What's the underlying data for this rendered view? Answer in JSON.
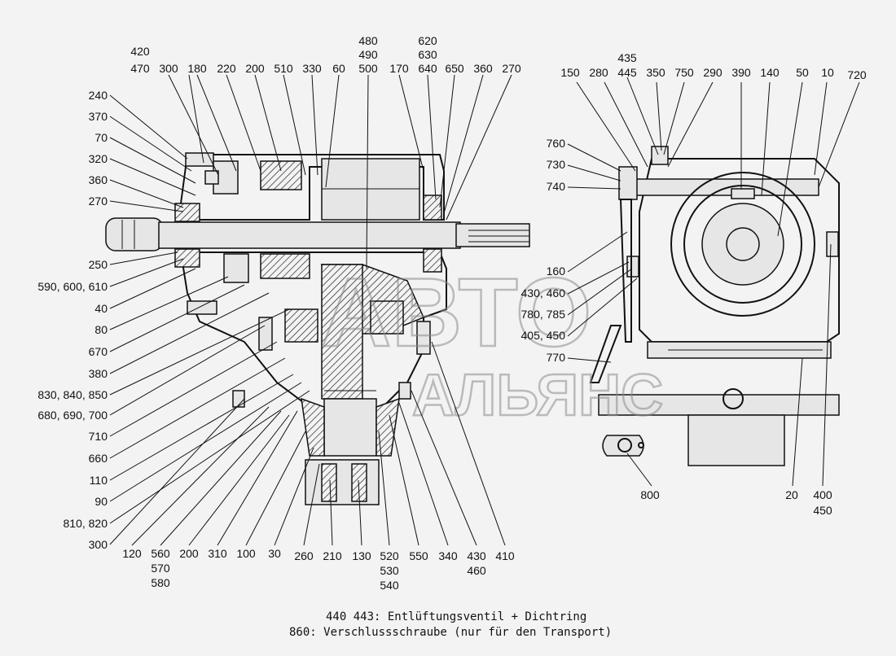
{
  "callouts_top_left": [
    {
      "id": "c420",
      "text": "420"
    },
    {
      "id": "c470",
      "text": "470"
    },
    {
      "id": "c300a",
      "text": "300"
    },
    {
      "id": "c180",
      "text": "180"
    },
    {
      "id": "c220",
      "text": "220"
    },
    {
      "id": "c200a",
      "text": "200"
    },
    {
      "id": "c510",
      "text": "510"
    },
    {
      "id": "c330",
      "text": "330"
    },
    {
      "id": "c60",
      "text": "60"
    },
    {
      "id": "c480",
      "text": "480"
    },
    {
      "id": "c490",
      "text": "490"
    },
    {
      "id": "c500",
      "text": "500"
    },
    {
      "id": "c170",
      "text": "170"
    },
    {
      "id": "c620",
      "text": "620"
    },
    {
      "id": "c630",
      "text": "630"
    },
    {
      "id": "c640",
      "text": "640"
    },
    {
      "id": "c650",
      "text": "650"
    },
    {
      "id": "c360a",
      "text": "360"
    },
    {
      "id": "c270a",
      "text": "270"
    }
  ],
  "callouts_left": [
    {
      "id": "c240",
      "text": "240"
    },
    {
      "id": "c370",
      "text": "370"
    },
    {
      "id": "c70",
      "text": "70"
    },
    {
      "id": "c320",
      "text": "320"
    },
    {
      "id": "c360b",
      "text": "360"
    },
    {
      "id": "c270b",
      "text": "270"
    },
    {
      "id": "c250",
      "text": "250"
    },
    {
      "id": "c590",
      "text": "590, 600, 610"
    },
    {
      "id": "c40",
      "text": "40"
    },
    {
      "id": "c80",
      "text": "80"
    },
    {
      "id": "c670",
      "text": "670"
    },
    {
      "id": "c380",
      "text": "380"
    },
    {
      "id": "c830",
      "text": "830, 840, 850"
    },
    {
      "id": "c680",
      "text": "680, 690, 700"
    },
    {
      "id": "c710",
      "text": "710"
    },
    {
      "id": "c660",
      "text": "660"
    },
    {
      "id": "c110",
      "text": "110"
    },
    {
      "id": "c90",
      "text": "90"
    },
    {
      "id": "c810",
      "text": "810, 820"
    },
    {
      "id": "c300b",
      "text": "300"
    }
  ],
  "callouts_bottom": [
    {
      "id": "c120",
      "text": "120"
    },
    {
      "id": "c560",
      "text": "560"
    },
    {
      "id": "c570",
      "text": "570"
    },
    {
      "id": "c580",
      "text": "580"
    },
    {
      "id": "c200b",
      "text": "200"
    },
    {
      "id": "c310",
      "text": "310"
    },
    {
      "id": "c100",
      "text": "100"
    },
    {
      "id": "c30",
      "text": "30"
    },
    {
      "id": "c260",
      "text": "260"
    },
    {
      "id": "c210",
      "text": "210"
    },
    {
      "id": "c130",
      "text": "130"
    },
    {
      "id": "c520",
      "text": "520"
    },
    {
      "id": "c530",
      "text": "530"
    },
    {
      "id": "c540",
      "text": "540"
    },
    {
      "id": "c550",
      "text": "550"
    },
    {
      "id": "c340",
      "text": "340"
    },
    {
      "id": "c430b",
      "text": "430"
    },
    {
      "id": "c460b",
      "text": "460"
    },
    {
      "id": "c410",
      "text": "410"
    }
  ],
  "callouts_right_view": [
    {
      "id": "c435",
      "text": "435"
    },
    {
      "id": "c445",
      "text": "445"
    },
    {
      "id": "c150",
      "text": "150"
    },
    {
      "id": "c280",
      "text": "280"
    },
    {
      "id": "c350",
      "text": "350"
    },
    {
      "id": "c750",
      "text": "750"
    },
    {
      "id": "c290",
      "text": "290"
    },
    {
      "id": "c390",
      "text": "390"
    },
    {
      "id": "c140",
      "text": "140"
    },
    {
      "id": "c50",
      "text": "50"
    },
    {
      "id": "c10",
      "text": "10"
    },
    {
      "id": "c720",
      "text": "720"
    },
    {
      "id": "c760",
      "text": "760"
    },
    {
      "id": "c730",
      "text": "730"
    },
    {
      "id": "c740",
      "text": "740"
    },
    {
      "id": "c160",
      "text": "160"
    },
    {
      "id": "c430a",
      "text": "430, 460"
    },
    {
      "id": "c780",
      "text": "780, 785"
    },
    {
      "id": "c405",
      "text": "405, 450"
    },
    {
      "id": "c770",
      "text": "770"
    },
    {
      "id": "c800",
      "text": "800"
    },
    {
      "id": "c20",
      "text": "20"
    },
    {
      "id": "c400",
      "text": "400"
    },
    {
      "id": "c450",
      "text": "450"
    }
  ],
  "notes": {
    "line1": "440 443: Entlüftungsventil + Dichtring",
    "line2": "860: Verschlussschraube (nur für den Transport)"
  },
  "watermark": {
    "line1": "АВТО",
    "line2": "АЛЬЯНС"
  }
}
